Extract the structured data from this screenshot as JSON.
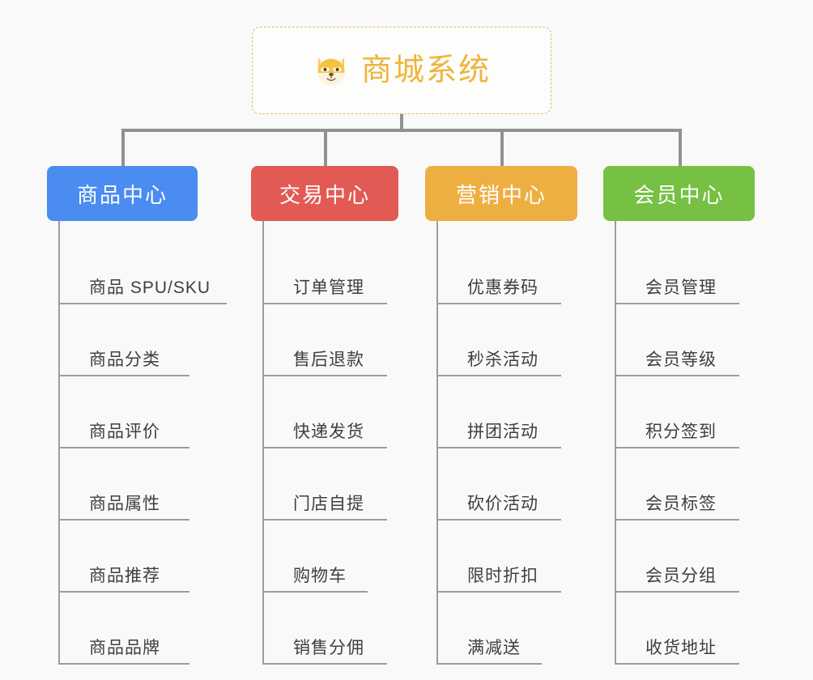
{
  "root": {
    "title": "商城系统",
    "icon": "shiba-dog-icon",
    "border_color": "#e8b960",
    "title_color": "#f0b43c"
  },
  "connector_color": "#919191",
  "background_color": "#f9f9f9",
  "columns": [
    {
      "header": "商品中心",
      "color": "#4a8cf0",
      "items": [
        "商品 SPU/SKU",
        "商品分类",
        "商品评价",
        "商品属性",
        "商品推荐",
        "商品品牌"
      ]
    },
    {
      "header": "交易中心",
      "color": "#e15b54",
      "items": [
        "订单管理",
        "售后退款",
        "快递发货",
        "门店自提",
        "购物车",
        "销售分佣"
      ]
    },
    {
      "header": "营销中心",
      "color": "#eeaf42",
      "items": [
        "优惠券码",
        "秒杀活动",
        "拼团活动",
        "砍价活动",
        "限时折扣",
        "满减送"
      ]
    },
    {
      "header": "会员中心",
      "color": "#76c043",
      "items": [
        "会员管理",
        "会员等级",
        "积分签到",
        "会员标签",
        "会员分组",
        "收货地址"
      ]
    }
  ]
}
